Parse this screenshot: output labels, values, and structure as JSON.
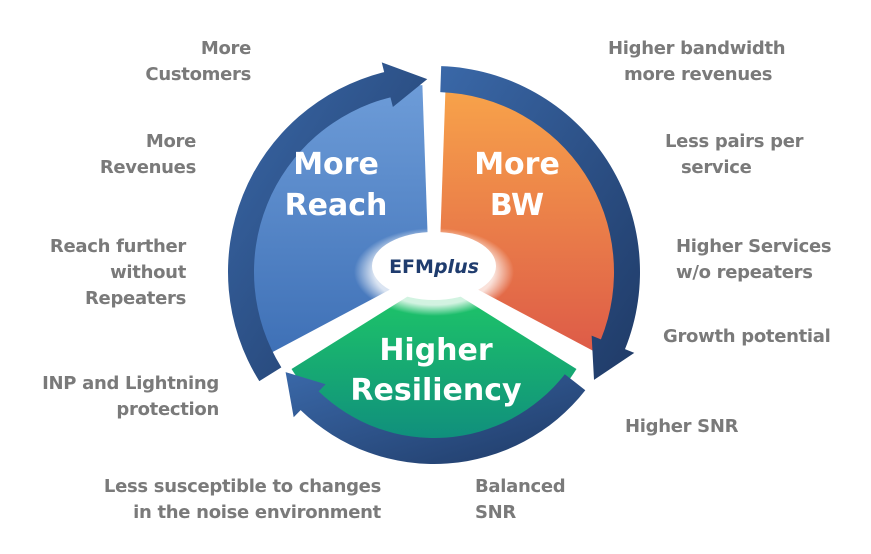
{
  "diagram": {
    "hub": {
      "prefix": "EFM",
      "suffix": "plus"
    },
    "segments": [
      {
        "id": "reach",
        "line1": "More",
        "line2": "Reach",
        "color_top": "#6a9ad6",
        "color_bottom": "#3f72b8"
      },
      {
        "id": "bw",
        "line1": "More",
        "line2": "BW",
        "color_top": "#f7a04a",
        "color_bottom": "#e0604a"
      },
      {
        "id": "resiliency",
        "line1": "Higher",
        "line2": "Resiliency",
        "color_top": "#1ec46a",
        "color_bottom": "#0f8f7a"
      }
    ],
    "arrow_color": "#2f5a9a",
    "arrow_dark": "#1f3a66"
  },
  "labels": {
    "left": [
      {
        "lines": [
          "More",
          "Customers"
        ]
      },
      {
        "lines": [
          "More",
          "Revenues"
        ]
      },
      {
        "lines": [
          "Reach further",
          "without",
          "Repeaters"
        ]
      },
      {
        "lines": [
          "INP and Lightning",
          "protection"
        ]
      },
      {
        "lines": [
          "Less susceptible to changes",
          "in the noise environment"
        ]
      }
    ],
    "right": [
      {
        "lines": [
          "Higher bandwidth",
          "more revenues"
        ]
      },
      {
        "lines": [
          "Less pairs per",
          "service"
        ]
      },
      {
        "lines": [
          "Higher Services",
          "w/o repeaters"
        ]
      },
      {
        "lines": [
          "Growth potential"
        ]
      },
      {
        "lines": [
          "Higher SNR"
        ]
      },
      {
        "lines": [
          "Balanced",
          "SNR"
        ]
      }
    ]
  }
}
